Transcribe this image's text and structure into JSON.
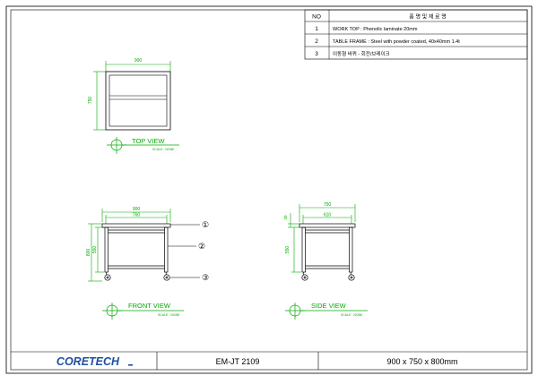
{
  "parts_table": {
    "headers": {
      "no": "NO",
      "name": "품 명  및  재 료 명"
    },
    "rows": [
      {
        "no": "1",
        "name": "WORK TOP : Phenolic laminate 20mm"
      },
      {
        "no": "2",
        "name": "TABLE FRAME : Steel with powder coated, 40x40mm 1.4t"
      },
      {
        "no": "3",
        "name": "이동형 바퀴 - 회전/브레이크"
      }
    ]
  },
  "top_view": {
    "title": "TOP VIEW",
    "scale": "SCALE : NONE",
    "dim_width": "900",
    "dim_depth": "750"
  },
  "front_view": {
    "title": "FRONT VIEW",
    "scale": "SCALE : NONE",
    "dim_width": "900",
    "dim_inner": "760",
    "dim_height": "800",
    "dim_frame": "550"
  },
  "side_view": {
    "title": "SIDE VIEW",
    "scale": "SCALE : NONE",
    "dim_width": "750",
    "dim_inner": "610",
    "dim_top": "20",
    "dim_frame": "550"
  },
  "callouts": [
    "①",
    "②",
    "③"
  ],
  "title_block": {
    "logo": "CORETECH",
    "model": "EM-JT 2109",
    "size": "900 x 750 x 800mm"
  },
  "colors": {
    "dimension": "#00aa00",
    "line": "#000000"
  }
}
